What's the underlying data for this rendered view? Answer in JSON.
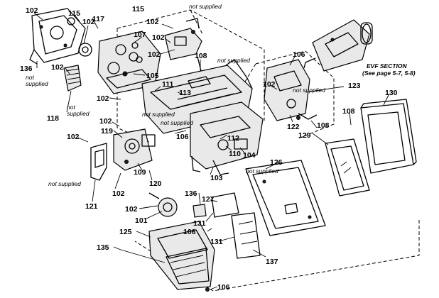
{
  "labels": {
    "p102a": "102",
    "p115a": "115",
    "p115b": "115",
    "p117": "117",
    "p102b": "102",
    "p102c": "102",
    "p107": "107",
    "p102d": "102",
    "p102e": "102",
    "p108a": "108",
    "p136a": "136",
    "p102f": "102",
    "p105": "105",
    "p111": "111",
    "p113": "113",
    "p118": "118",
    "p102g": "102",
    "p102h": "102",
    "p119": "119",
    "p109": "109",
    "p106a": "106",
    "p112": "112",
    "p110": "110",
    "p104": "104",
    "p103": "103",
    "p120": "120",
    "p102i": "102",
    "p121": "121",
    "p102j": "102",
    "p102k": "102",
    "p101": "101",
    "p106b": "106",
    "p102l": "102",
    "p123": "123",
    "p130": "130",
    "p108b": "108",
    "p108c": "108",
    "p122": "122",
    "p129": "129",
    "p126": "126",
    "p136b": "136",
    "p127": "127",
    "p131a": "131",
    "p106c": "106",
    "p131b": "131",
    "p125": "125",
    "p135": "135",
    "p137": "137",
    "p106d": "106"
  },
  "notes": {
    "ns1": "not supplied",
    "ns2": "not supplied",
    "ns3": "not",
    "ns3b": "supplied",
    "ns4": "not",
    "ns4b": "supplied",
    "ns5": "not supplied",
    "ns6": "not supplied",
    "ns7": "not supplied",
    "ns8": "not supplied",
    "ns9": "not supplied"
  },
  "evf": {
    "title": "EVF SECTION",
    "ref": "(See page 5-7, 5-8)"
  }
}
